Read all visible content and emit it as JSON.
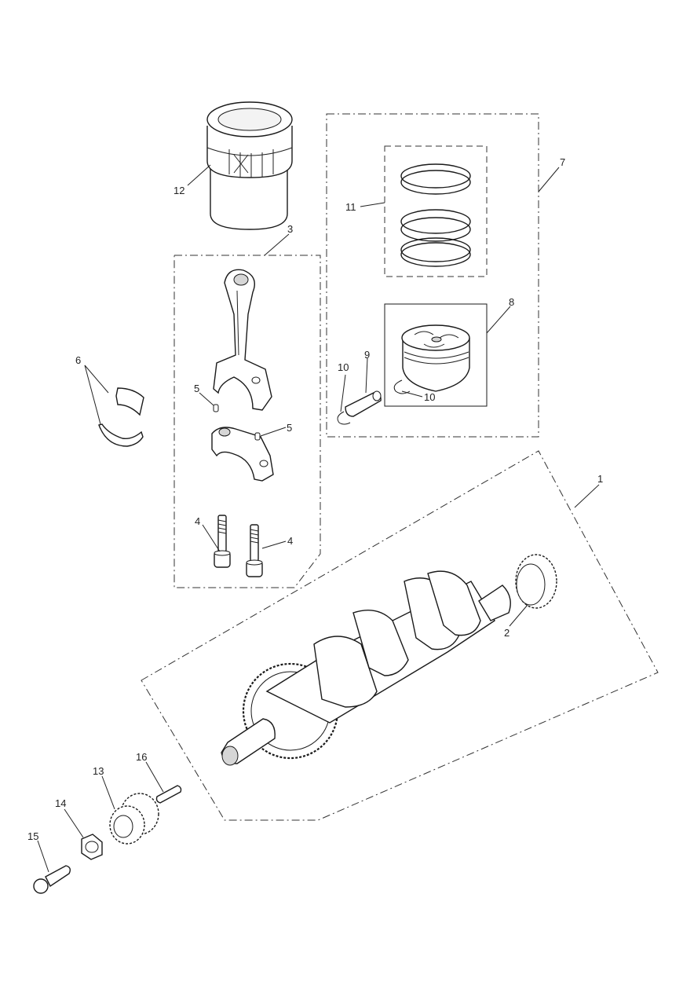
{
  "callouts": {
    "c1": "1",
    "c2": "2",
    "c3": "3",
    "c4a": "4",
    "c4b": "4",
    "c5a": "5",
    "c5b": "5",
    "c6": "6",
    "c7": "7",
    "c8": "8",
    "c9": "9",
    "c10a": "10",
    "c10b": "10",
    "c11": "11",
    "c12": "12",
    "c13": "13",
    "c14": "14",
    "c15": "15",
    "c16": "16"
  }
}
